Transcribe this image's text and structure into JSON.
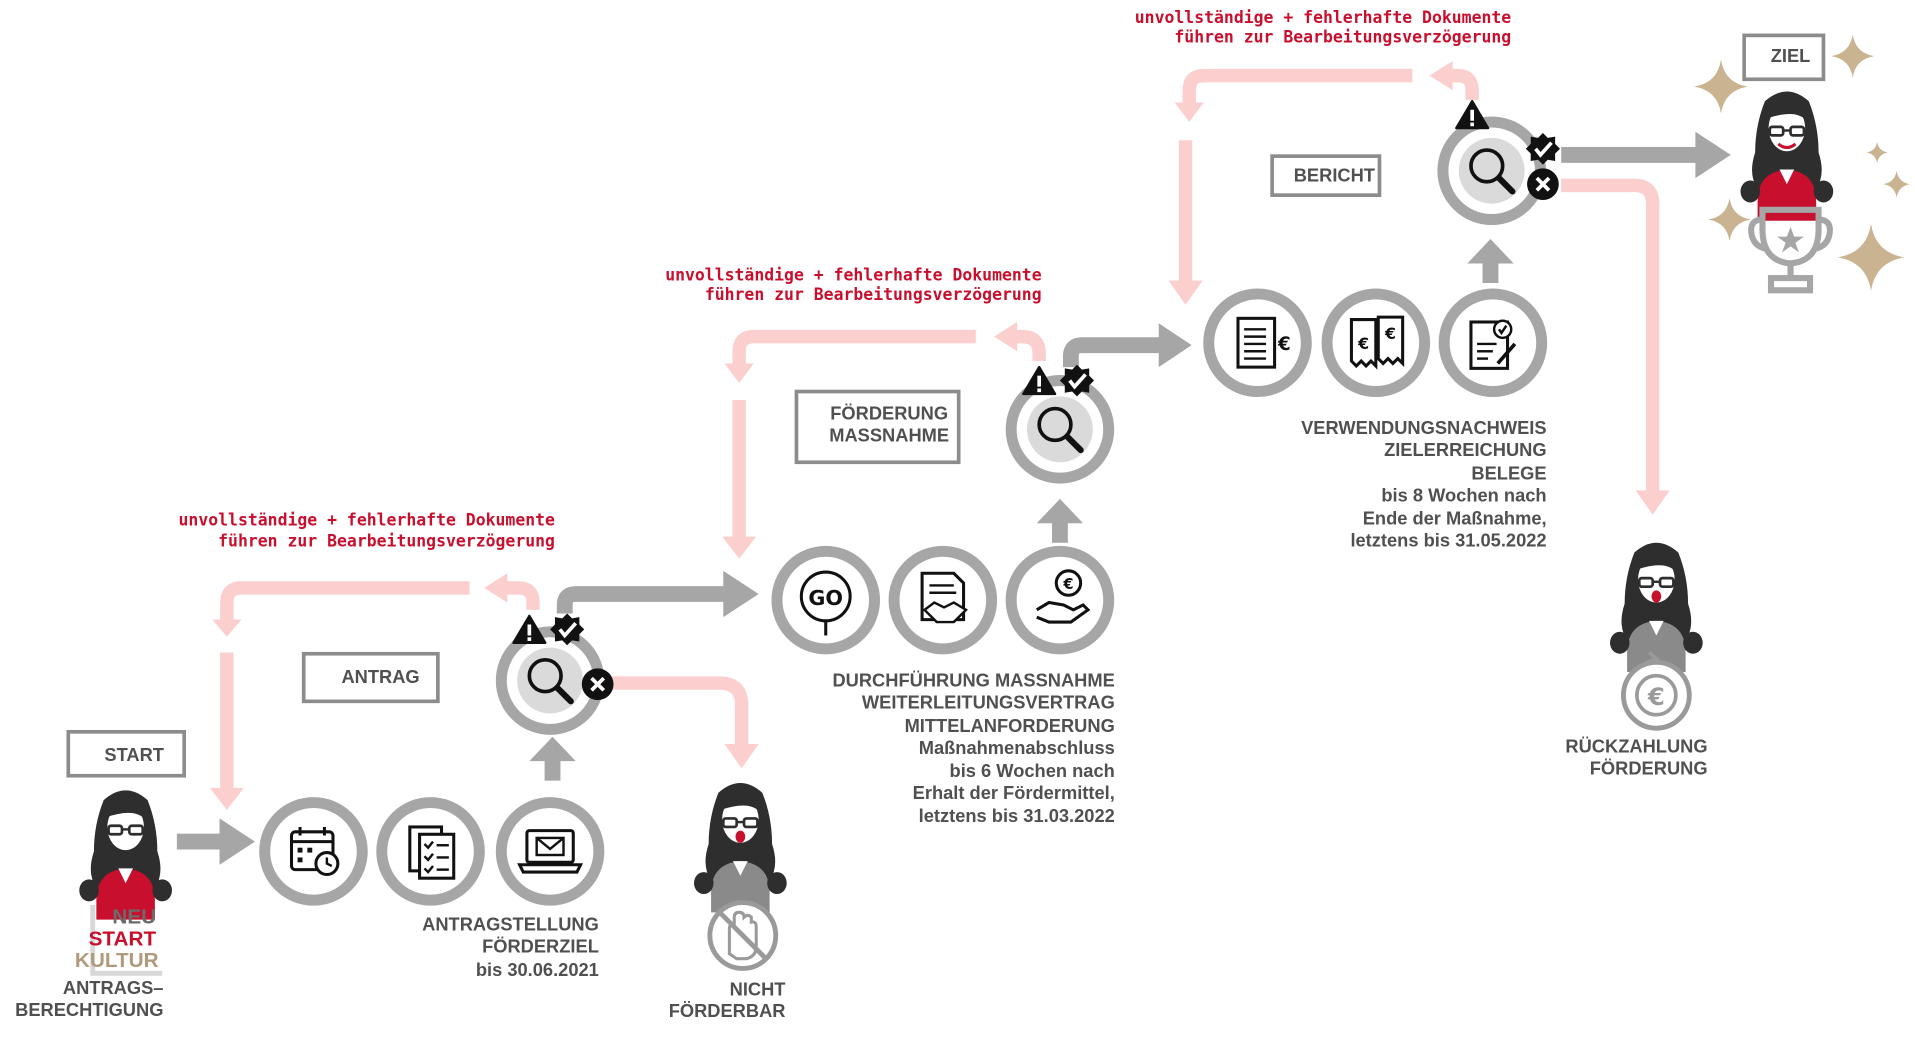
{
  "colors": {
    "pink": "#fccfcf",
    "grey": "#a6a6a6",
    "red": "#c8102e",
    "dark": "#3a3a3a",
    "gold": "#c9b391"
  },
  "boxes": {
    "start": "START",
    "antrag": "ANTRAG",
    "foerderung_l1": "FÖRDERUNG",
    "foerderung_l2": "MASSNAHME",
    "bericht": "BERICHT",
    "ziel": "ZIEL"
  },
  "logo": {
    "line1": "NEU",
    "line2": "START",
    "line3": "KULTUR"
  },
  "warnings": {
    "w1_l1": "unvollständige + fehlerhafte Dokumente",
    "w1_l2": "führen zur Bearbeitungsverzögerung",
    "w2_l1": "unvollständige + fehlerhafte Dokumente",
    "w2_l2": "führen zur Bearbeitungsverzögerung",
    "w3_l1": "unvollständige + fehlerhafte Dokumente",
    "w3_l2": "führen zur Bearbeitungsverzögerung"
  },
  "labels": {
    "berechtigung_l1": "ANTRAGS–",
    "berechtigung_l2": "BERECHTIGUNG",
    "antragstellung_l1": "ANTRAGSTELLUNG",
    "antragstellung_l2": "FÖRDERZIEL",
    "antragstellung_l3": "bis 30.06.2021",
    "nicht_l1": "NICHT",
    "nicht_l2": "FÖRDERBAR",
    "durch_l1": "DURCHFÜHRUNG MASSNAHME",
    "durch_l2": "WEITERLEITUNGSVERTRAG",
    "durch_l3": "MITTELANFORDERUNG",
    "durch_l4": "Maßnahmenabschluss",
    "durch_l5": "bis 6 Wochen nach",
    "durch_l6": "Erhalt der Fördermittel,",
    "durch_l7": "letztens bis 31.03.2022",
    "verw_l1": "VERWENDUNGSNACHWEIS",
    "verw_l2": "ZIELERREICHUNG",
    "verw_l3": "BELEGE",
    "verw_l4": "bis 8 Wochen nach",
    "verw_l5": "Ende der Maßnahme,",
    "verw_l6": "letztens bis 31.05.2022",
    "rueck_l1": "RÜCKZAHLUNG",
    "rueck_l2": "FÖRDERUNG"
  },
  "icons": {
    "calendar": "calendar-clock-icon",
    "checklist": "checklist-icon",
    "laptop": "laptop-mail-icon",
    "go": "go-sign-icon",
    "contract": "contract-handshake-icon",
    "money": "hand-euro-icon",
    "invoice": "invoice-euro-icon",
    "receipts": "receipts-euro-icon",
    "report": "report-check-icon",
    "review": "magnifier-review-icon",
    "trophy": "trophy-icon",
    "stop": "stop-hand-icon",
    "refund": "euro-refund-icon"
  }
}
